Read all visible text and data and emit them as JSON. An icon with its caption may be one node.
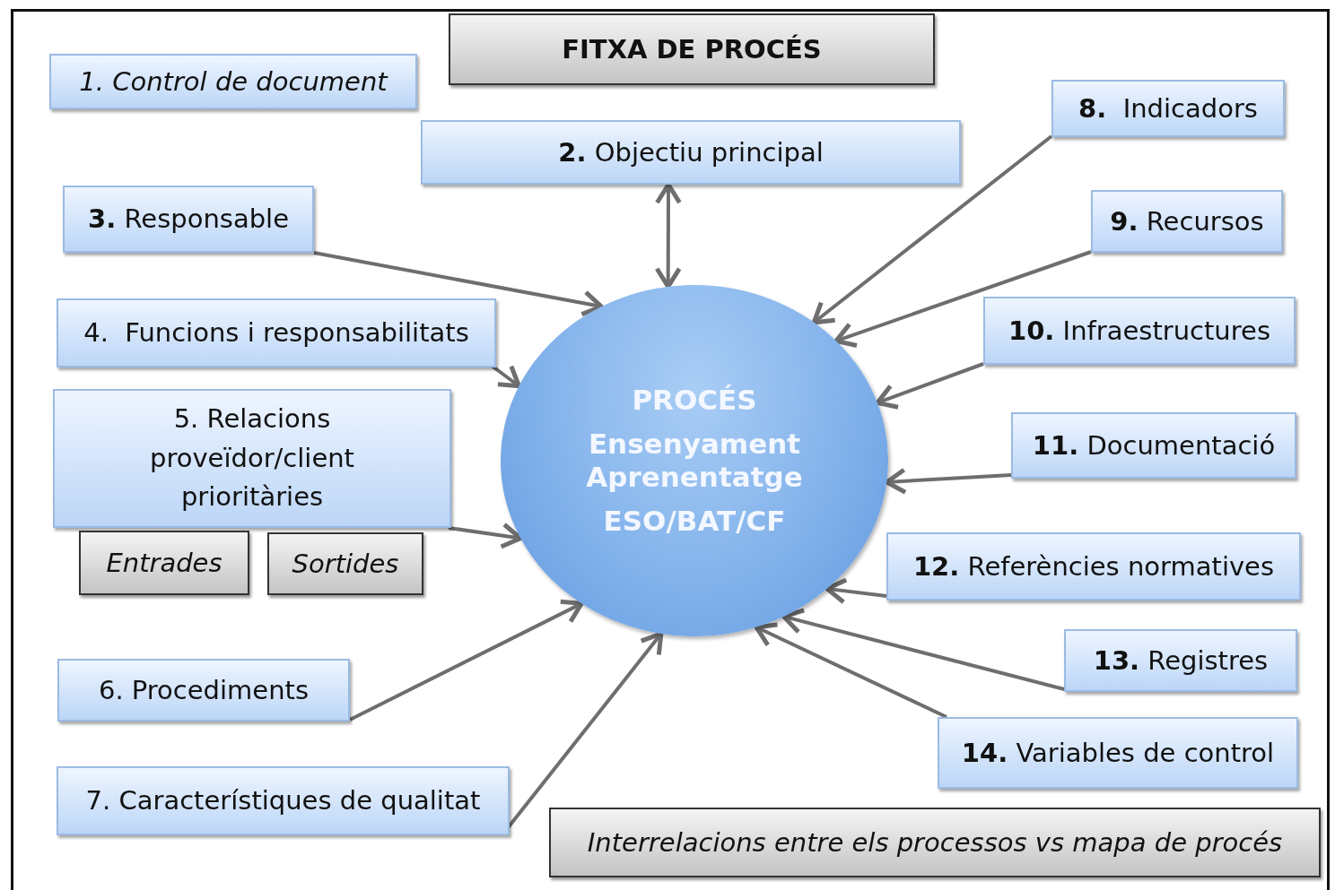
{
  "diagram": {
    "nodes": [
      {
        "text": [
          "FITXA DE PROCÉS"
        ]
      },
      {
        "text": [
          "1. Control de document"
        ]
      },
      {
        "text": [
          "**2.** Objectiu principal"
        ]
      },
      {
        "text": [
          "**3.** Responsable"
        ]
      },
      {
        "text": [
          "4.  Funcions i responsabilitats"
        ]
      },
      {
        "text": [
          "5. Relacions proveïdor/client prioritàries"
        ]
      },
      {
        "text": [
          "Entrades"
        ]
      },
      {
        "text": [
          "Sortides"
        ]
      },
      {
        "text": [
          "6. Procediments"
        ]
      },
      {
        "text": [
          "7. Característiques de qualitat"
        ]
      },
      {
        "text": [
          "PROCÉS",
          "Ensenyament Aprenentatge",
          "ESO/BAT/CF"
        ]
      },
      {
        "text": [
          "**8.**  Indicadors"
        ]
      },
      {
        "text": [
          "**9.** Recursos"
        ]
      },
      {
        "text": [
          "**10.** Infraestructures"
        ]
      },
      {
        "text": [
          "**11.** Documentació"
        ]
      },
      {
        "text": [
          "**12.** Referències normatives"
        ]
      },
      {
        "text": [
          "**13.** Registres"
        ]
      },
      {
        "text": [
          "**14.** Variables de control"
        ]
      },
      {
        "text": [
          "Interrelacions entre els processos vs mapa de procés"
        ]
      }
    ],
    "edges": [
      {
        "from": 2,
        "to": 10,
        "arrow": "both"
      },
      {
        "from": 3,
        "to": 10,
        "arrow": "to"
      },
      {
        "from": 4,
        "to": 10,
        "arrow": "to"
      },
      {
        "from": 5,
        "to": 10,
        "arrow": "to"
      },
      {
        "from": 8,
        "to": 10,
        "arrow": "to"
      },
      {
        "from": 9,
        "to": 10,
        "arrow": "to"
      },
      {
        "from": 11,
        "to": 10,
        "arrow": "to"
      },
      {
        "from": 12,
        "to": 10,
        "arrow": "to"
      },
      {
        "from": 13,
        "to": 10,
        "arrow": "to"
      },
      {
        "from": 14,
        "to": 10,
        "arrow": "to"
      },
      {
        "from": 15,
        "to": 10,
        "arrow": "to"
      },
      {
        "from": 16,
        "to": 10,
        "arrow": "to"
      },
      {
        "from": 17,
        "to": 10,
        "arrow": "to"
      }
    ]
  }
}
